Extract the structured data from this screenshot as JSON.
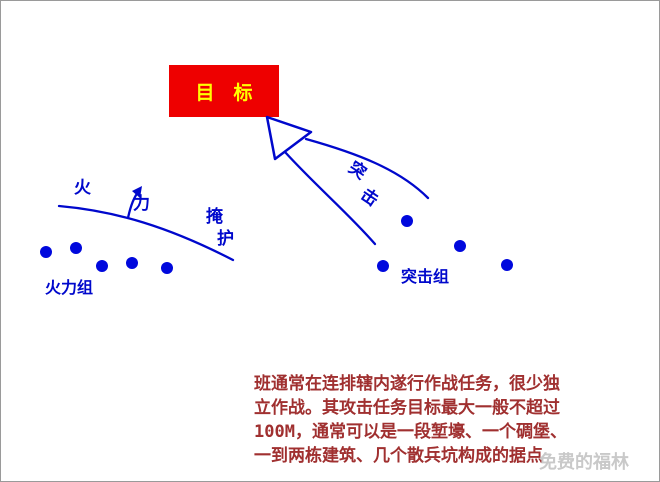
{
  "colors": {
    "diagram_blue": "#0008cc",
    "target_red": "#ee0000",
    "target_text_yellow": "#ffff00",
    "paragraph_maroon": "#a03030",
    "watermark_gray": "#c9c9c9"
  },
  "target": {
    "label": "目　标"
  },
  "labels": {
    "fire1": "火",
    "fire2": "力",
    "cover1": "掩",
    "cover2": "护",
    "assault1": "突",
    "assault2": "击",
    "fire_team": "火力组",
    "assault_team": "突击组"
  },
  "paragraph": {
    "line1": "班通常在连排辖内遂行作战任务，很少独",
    "line2": "立作战。其攻击任务目标最大一般不超过",
    "line3_num": "100M",
    "line3_rest": "，通常可以是一段堑壕、一个碉堡、",
    "line4": "一到两栋建筑、几个散兵坑构成的据点"
  },
  "watermark": "免费的福林"
}
